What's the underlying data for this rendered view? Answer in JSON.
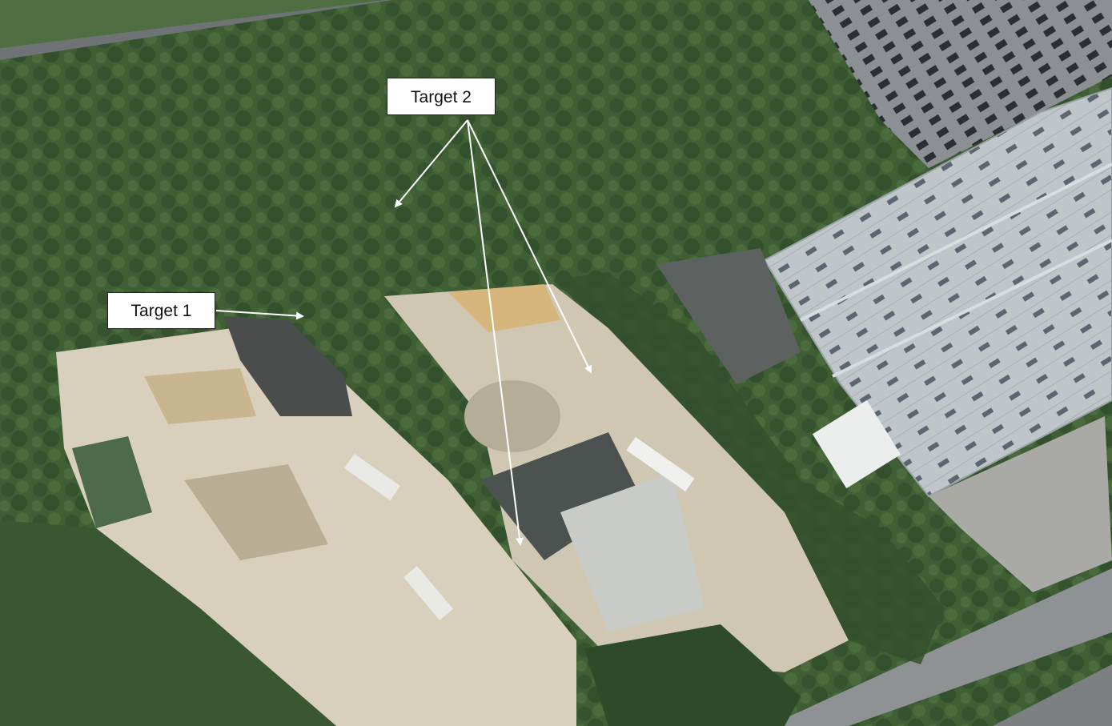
{
  "map": {
    "type": "satellite aerial view",
    "colors": {
      "vegetation": "#3e5c33",
      "vegetation_dark": "#2c4526",
      "yard_ground": "#cfc6b0",
      "roof": "#b9c0c4",
      "road": "#8f9294",
      "callout_box": "#ffffff",
      "arrow": "#ffffff"
    }
  },
  "callouts": {
    "target1": {
      "label": "Target 1"
    },
    "target2": {
      "label": "Target 2"
    }
  }
}
